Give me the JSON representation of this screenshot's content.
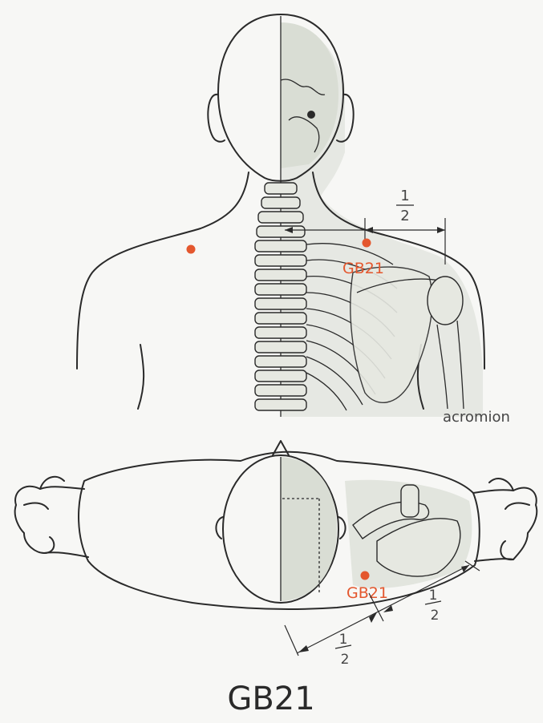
{
  "labels": {
    "point_back": "GB21",
    "point_top": "GB21",
    "acromion": "acromion",
    "title": "GB21"
  },
  "measurements": {
    "back_half": {
      "num": "1",
      "den": "2"
    },
    "top_half_right": {
      "num": "1",
      "den": "2"
    },
    "top_half_bottom": {
      "num": "1",
      "den": "2"
    }
  },
  "colors": {
    "point": "#e4572e",
    "shading": "#d9ddd4",
    "ink": "#2a2a2a"
  }
}
